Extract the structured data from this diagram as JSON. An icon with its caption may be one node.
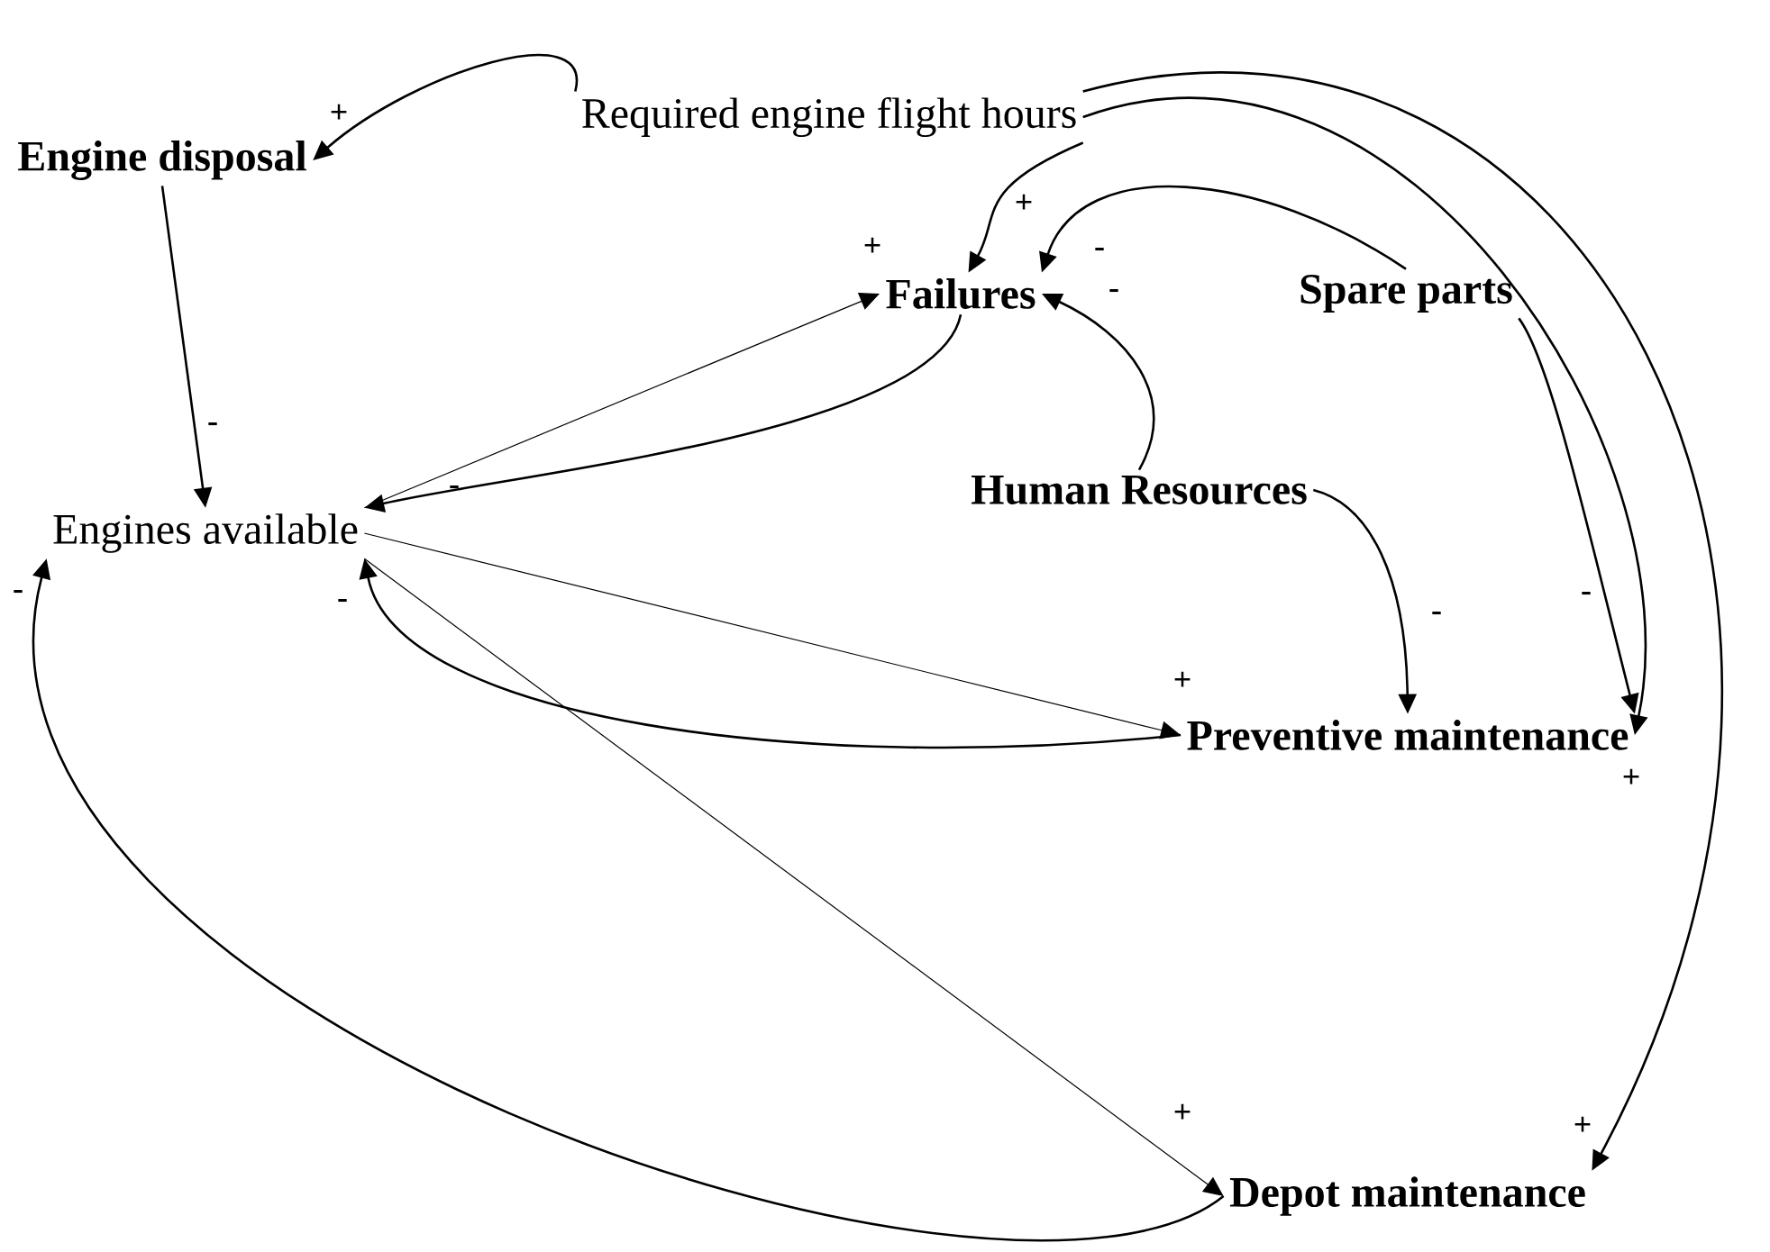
{
  "diagram": {
    "nodes": [
      {
        "text": [
          "Required engine flight hours"
        ]
      },
      {
        "text": [
          "Engine disposal"
        ]
      },
      {
        "text": [
          "Failures"
        ]
      },
      {
        "text": [
          "Spare parts"
        ]
      },
      {
        "text": [
          "Engines available"
        ]
      },
      {
        "text": [
          "Human Resources"
        ]
      },
      {
        "text": [
          "Preventive maintenance"
        ]
      },
      {
        "text": [
          "Depot maintenance"
        ]
      }
    ],
    "edges": [
      {
        "from": 0,
        "to": 1,
        "arrow": "to",
        "label": "+"
      },
      {
        "from": 0,
        "to": 2,
        "arrow": "to",
        "label": "+"
      },
      {
        "from": 0,
        "to": 6,
        "arrow": "to",
        "label": "+"
      },
      {
        "from": 0,
        "to": 7,
        "arrow": "to",
        "label": "+"
      },
      {
        "from": 1,
        "to": 4,
        "arrow": "to",
        "label": "-"
      },
      {
        "from": 4,
        "to": 2,
        "arrow": "to",
        "label": "+"
      },
      {
        "from": 2,
        "to": 4,
        "arrow": "to",
        "label": "-"
      },
      {
        "from": 3,
        "to": 2,
        "arrow": "to",
        "label": "-"
      },
      {
        "from": 5,
        "to": 2,
        "arrow": "to",
        "label": "-"
      },
      {
        "from": 3,
        "to": 6,
        "arrow": "to",
        "label": "-"
      },
      {
        "from": 5,
        "to": 6,
        "arrow": "to",
        "label": "-"
      },
      {
        "from": 4,
        "to": 6,
        "arrow": "to",
        "label": "+"
      },
      {
        "from": 6,
        "to": 4,
        "arrow": "to",
        "label": "-"
      },
      {
        "from": 4,
        "to": 7,
        "arrow": "to",
        "label": "+"
      },
      {
        "from": 7,
        "to": 4,
        "arrow": "to",
        "label": "-"
      }
    ]
  }
}
